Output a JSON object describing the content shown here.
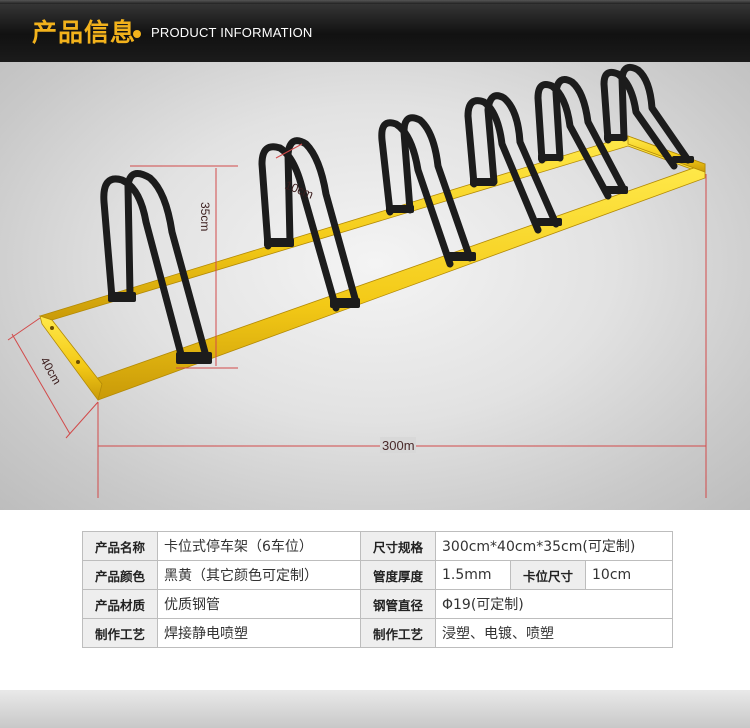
{
  "header": {
    "title": "产品信息",
    "subtitle": "PRODUCT INFORMATION",
    "accent_color": "#f2b21c"
  },
  "dimensions": {
    "length": "300m",
    "width": "40cm",
    "height": "35cm",
    "slot_width": "10cm"
  },
  "specs": {
    "rows": [
      {
        "k1": "产品名称",
        "v1": "卡位式停车架（6车位）",
        "k2": "尺寸规格",
        "v2": "300cm*40cm*35cm(可定制)"
      },
      {
        "k1": "产品颜色",
        "v1": "黑黄（其它颜色可定制）",
        "k2": "管度厚度",
        "v2": "1.5mm",
        "k3": "卡位尺寸",
        "v3": "10cm"
      },
      {
        "k1": "产品材质",
        "v1": "优质钢管",
        "k2": "钢管直径",
        "v2": "Φ19(可定制)"
      },
      {
        "k1": "制作工艺",
        "v1": "焊接静电喷塑",
        "k2": "制作工艺",
        "v2": "浸塑、电镀、喷塑"
      }
    ]
  },
  "colors": {
    "frame": "#f3d21a",
    "tube": "#1c1c1c"
  }
}
